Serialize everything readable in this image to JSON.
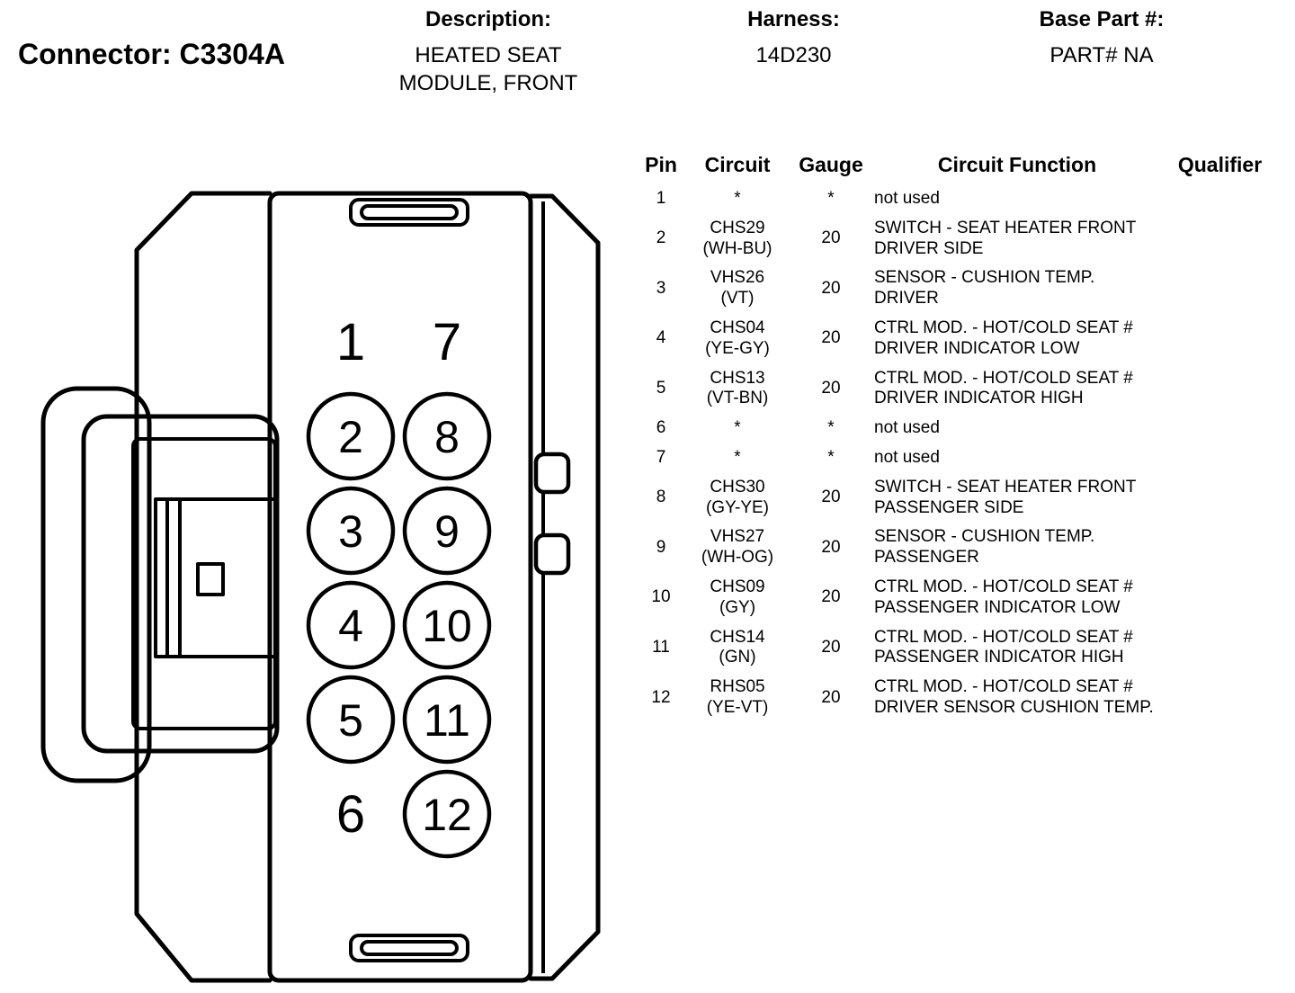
{
  "header": {
    "connector_label": "Connector: C3304A",
    "description_label": "Description:",
    "description_value": "HEATED SEAT MODULE, FRONT",
    "harness_label": "Harness:",
    "harness_value": "14D230",
    "base_part_label": "Base Part #:",
    "base_part_value": "PART# NA"
  },
  "connector": {
    "columns": [
      {
        "pins": [
          {
            "label": "1",
            "circle": false
          },
          {
            "label": "2",
            "circle": true
          },
          {
            "label": "3",
            "circle": true
          },
          {
            "label": "4",
            "circle": true
          },
          {
            "label": "5",
            "circle": true
          },
          {
            "label": "6",
            "circle": false
          }
        ]
      },
      {
        "pins": [
          {
            "label": "7",
            "circle": false
          },
          {
            "label": "8",
            "circle": true
          },
          {
            "label": "9",
            "circle": true
          },
          {
            "label": "10",
            "circle": true
          },
          {
            "label": "11",
            "circle": true
          },
          {
            "label": "12",
            "circle": true
          }
        ]
      }
    ]
  },
  "table": {
    "columns": [
      "Pin",
      "Circuit",
      "Gauge",
      "Circuit Function",
      "Qualifier"
    ],
    "rows": [
      {
        "pin": "1",
        "circuit": "*",
        "circuit_color": "",
        "gauge": "*",
        "function": "not used",
        "qualifier": ""
      },
      {
        "pin": "2",
        "circuit": "CHS29",
        "circuit_color": "(WH-BU)",
        "gauge": "20",
        "function": "SWITCH - SEAT HEATER FRONT DRIVER SIDE",
        "qualifier": ""
      },
      {
        "pin": "3",
        "circuit": "VHS26",
        "circuit_color": "(VT)",
        "gauge": "20",
        "function": "SENSOR - CUSHION TEMP. DRIVER",
        "qualifier": ""
      },
      {
        "pin": "4",
        "circuit": "CHS04",
        "circuit_color": "(YE-GY)",
        "gauge": "20",
        "function": "CTRL MOD. - HOT/COLD SEAT # DRIVER INDICATOR LOW",
        "qualifier": ""
      },
      {
        "pin": "5",
        "circuit": "CHS13",
        "circuit_color": "(VT-BN)",
        "gauge": "20",
        "function": "CTRL MOD. - HOT/COLD SEAT # DRIVER INDICATOR HIGH",
        "qualifier": ""
      },
      {
        "pin": "6",
        "circuit": "*",
        "circuit_color": "",
        "gauge": "*",
        "function": "not used",
        "qualifier": ""
      },
      {
        "pin": "7",
        "circuit": "*",
        "circuit_color": "",
        "gauge": "*",
        "function": "not used",
        "qualifier": ""
      },
      {
        "pin": "8",
        "circuit": "CHS30",
        "circuit_color": "(GY-YE)",
        "gauge": "20",
        "function": "SWITCH - SEAT HEATER FRONT PASSENGER SIDE",
        "qualifier": ""
      },
      {
        "pin": "9",
        "circuit": "VHS27",
        "circuit_color": "(WH-OG)",
        "gauge": "20",
        "function": "SENSOR - CUSHION TEMP. PASSENGER",
        "qualifier": ""
      },
      {
        "pin": "10",
        "circuit": "CHS09",
        "circuit_color": "(GY)",
        "gauge": "20",
        "function": "CTRL MOD. - HOT/COLD SEAT # PASSENGER INDICATOR LOW",
        "qualifier": ""
      },
      {
        "pin": "11",
        "circuit": "CHS14",
        "circuit_color": "(GN)",
        "gauge": "20",
        "function": "CTRL MOD. - HOT/COLD SEAT # PASSENGER INDICATOR HIGH",
        "qualifier": ""
      },
      {
        "pin": "12",
        "circuit": "RHS05",
        "circuit_color": "(YE-VT)",
        "gauge": "20",
        "function": "CTRL MOD. - HOT/COLD SEAT # DRIVER SENSOR CUSHION TEMP.",
        "qualifier": ""
      }
    ]
  }
}
